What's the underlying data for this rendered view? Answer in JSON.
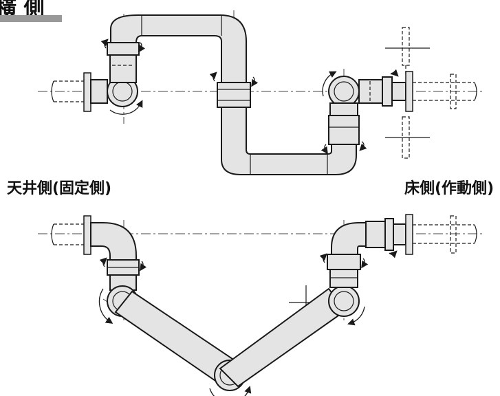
{
  "heading": "橫 側",
  "labels": {
    "ceiling": "天井側(固定側)",
    "floor": "床側(作動側)"
  },
  "colors": {
    "line": "#1a1a1a",
    "pipe_fill": "#e4e4e4",
    "heading_bar": "#999999"
  }
}
